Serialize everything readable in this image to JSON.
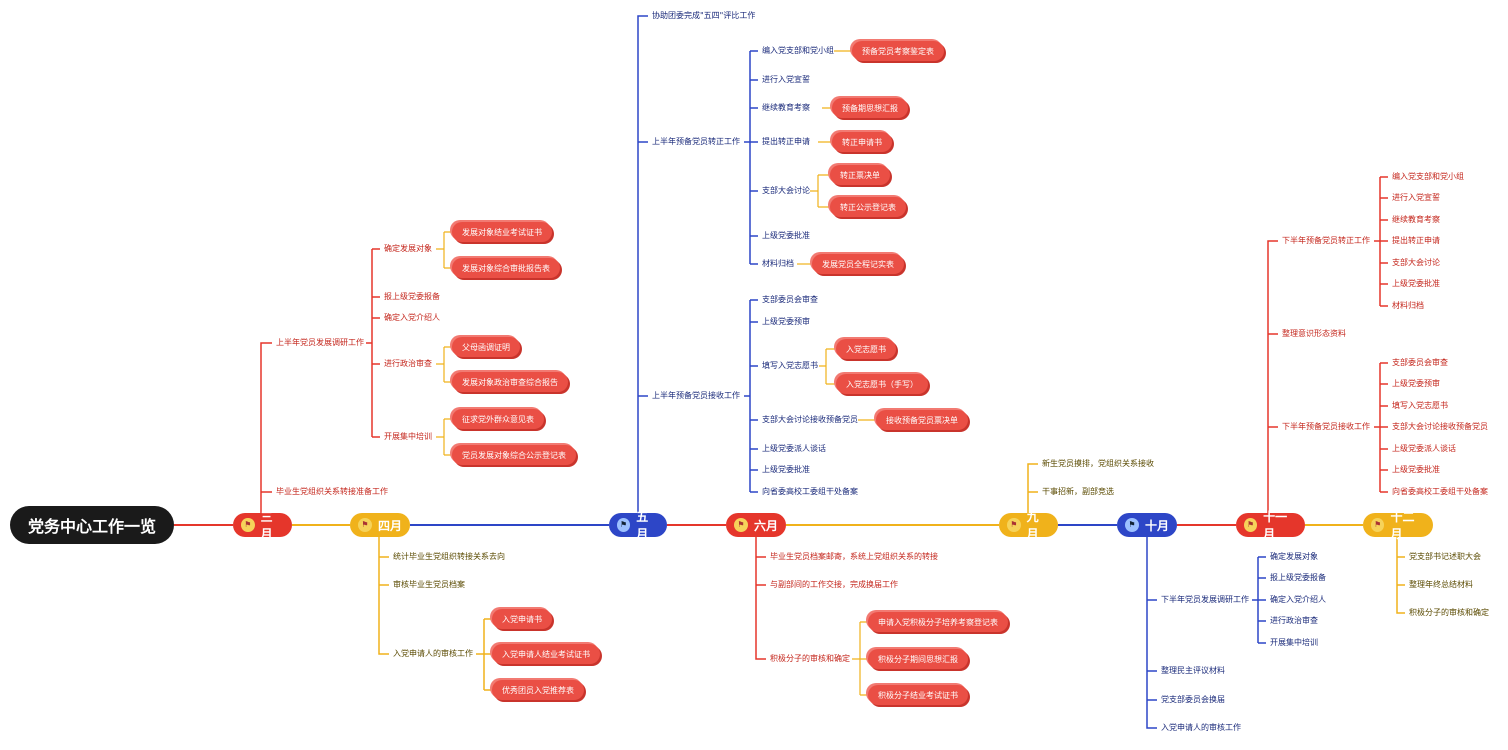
{
  "title": "党务中心工作一览",
  "months": {
    "mar": "三月",
    "apr": "四月",
    "may": "五月",
    "jun": "六月",
    "sep": "九月",
    "oct": "十月",
    "nov": "十一月",
    "dec": "十二月"
  },
  "mar": {
    "b1": "上半年党员发展调研工作",
    "b1_items": [
      "确定发展对象",
      "报上级党委报备",
      "确定入党介绍人",
      "进行政治审查",
      "开展集中培训"
    ],
    "b1_docs": {
      "d1": "发展对象结业考试证书",
      "d2": "发展对象综合审批报告表",
      "d3": "父母函调证明",
      "d4": "发展对象政治审查综合报告",
      "d5": "征求党外群众意见表",
      "d6": "党员发展对象综合公示登记表"
    },
    "b2": "毕业生党组织关系转接准备工作"
  },
  "apr": {
    "items": [
      "统计毕业生党组织转接关系去向",
      "审核毕业生党员档案",
      "入党申请人的审核工作"
    ],
    "docs": [
      "入党申请书",
      "入党申请人结业考试证书",
      "优秀团员入党推荐表"
    ]
  },
  "may": {
    "top": "协助团委完成\"五四\"评比工作",
    "b1": "上半年预备党员转正工作",
    "b1_items": [
      "编入党支部和党小组",
      "进行入党宣誓",
      "继续教育考察",
      "提出转正申请",
      "支部大会讨论",
      "上级党委批准",
      "材料归档"
    ],
    "b1_docs": {
      "d1": "预备党员考察鉴定表",
      "d2": "预备期思想汇报",
      "d3": "转正申请书",
      "d4": "转正票决单",
      "d5": "转正公示登记表",
      "d6": "发展党员全程记实表"
    },
    "b2": "上半年预备党员接收工作",
    "b2_items": [
      "支部委员会审查",
      "上级党委预审",
      "填写入党志愿书",
      "支部大会讨论接收预备党员",
      "上级党委派人谈话",
      "上级党委批准",
      "向省委高校工委组干处备案"
    ],
    "b2_docs": {
      "d1": "入党志愿书",
      "d2": "入党志愿书（手写）",
      "d3": "接收预备党员票决单"
    }
  },
  "jun": {
    "items": [
      "毕业生党员档案邮寄，系统上党组织关系的转接",
      "与副部间的工作交接，完成换届工作",
      "积极分子的审核和确定"
    ],
    "docs": [
      "申请入党积极分子培养考察登记表",
      "积极分子期间思想汇报",
      "积极分子结业考试证书"
    ]
  },
  "sep": {
    "items": [
      "新生党员摸排，党组织关系接收",
      "干事招新，副部竞选"
    ]
  },
  "oct": {
    "b1": "下半年党员发展调研工作",
    "b1_items": [
      "确定发展对象",
      "报上级党委报备",
      "确定入党介绍人",
      "进行政治审查",
      "开展集中培训"
    ],
    "items": [
      "整理民主评议材料",
      "党支部委员会换届",
      "入党申请人的审核工作"
    ]
  },
  "nov": {
    "b1": "下半年预备党员转正工作",
    "b1_items": [
      "编入党支部和党小组",
      "进行入党宣誓",
      "继续教育考察",
      "提出转正申请",
      "支部大会讨论",
      "上级党委批准",
      "材料归档"
    ],
    "b2": "整理意识形态资料",
    "b3": "下半年预备党员接收工作",
    "b3_items": [
      "支部委员会审查",
      "上级党委预审",
      "填写入党志愿书",
      "支部大会讨论接收预备党员",
      "上级党委派人谈话",
      "上级党委批准",
      "向省委高校工委组干处备案"
    ]
  },
  "dec": {
    "items": [
      "党支部书记述职大会",
      "整理年终总结材料",
      "积极分子的审核和确定"
    ]
  },
  "colors": {
    "red": "#e5362b",
    "yellow": "#f0b21b",
    "blue": "#2d46c7",
    "doc": "#ea4f45"
  }
}
